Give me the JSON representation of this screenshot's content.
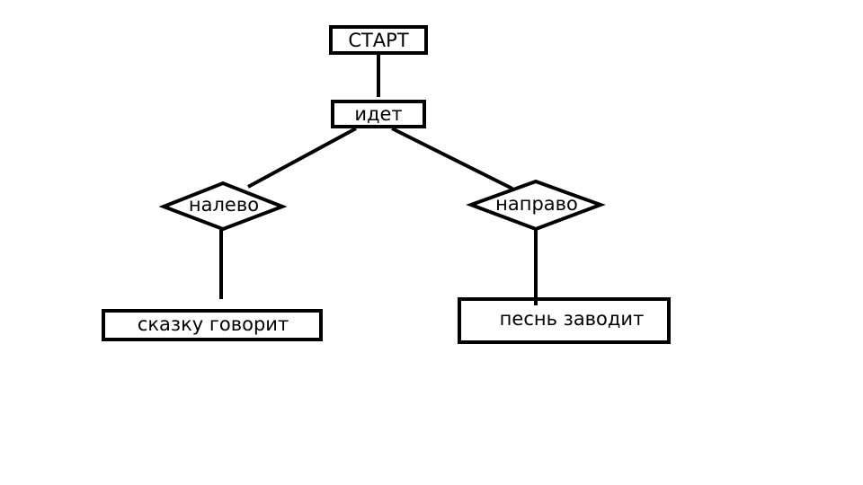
{
  "diagram": {
    "start_label": "СТАРТ",
    "walk_label": "идет",
    "left_label": "налево",
    "right_label": "направо",
    "left_result": "сказку говорит",
    "right_result": "песнь заводит"
  },
  "colors": {
    "background": "#ffffff",
    "stroke": "#000000"
  }
}
